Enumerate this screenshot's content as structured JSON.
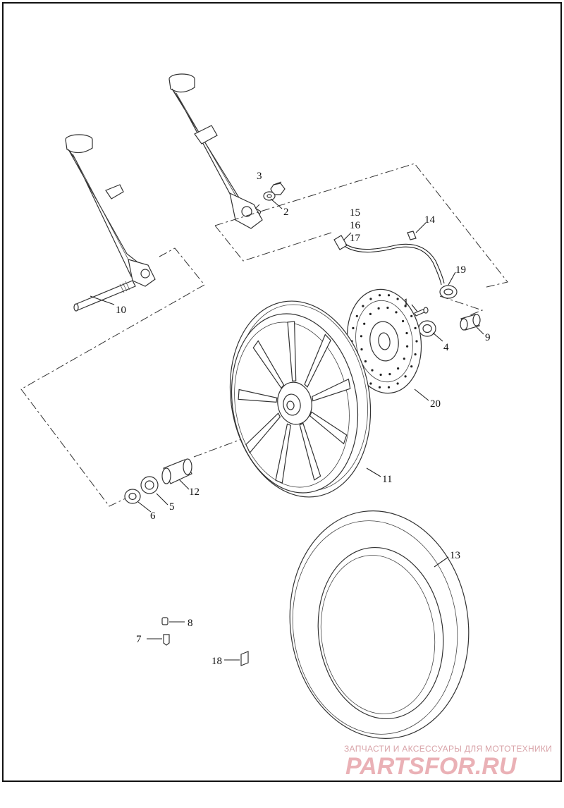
{
  "labels": {
    "p1": "1",
    "p2": "2",
    "p3": "3",
    "p4": "4",
    "p5": "5",
    "p6": "6",
    "p7": "7",
    "p8": "8",
    "p9": "9",
    "p10": "10",
    "p11": "11",
    "p12": "12",
    "p13": "13",
    "p14": "14",
    "p15": "15",
    "p16": "16",
    "p17": "17",
    "p18": "18",
    "p19": "19",
    "p20": "20"
  },
  "watermark": {
    "tagline": "ЗАПЧАСТИ И АКСЕССУАРЫ ДЛЯ МОТОТЕХНИКИ",
    "brand": "PARTSFOR.RU"
  }
}
